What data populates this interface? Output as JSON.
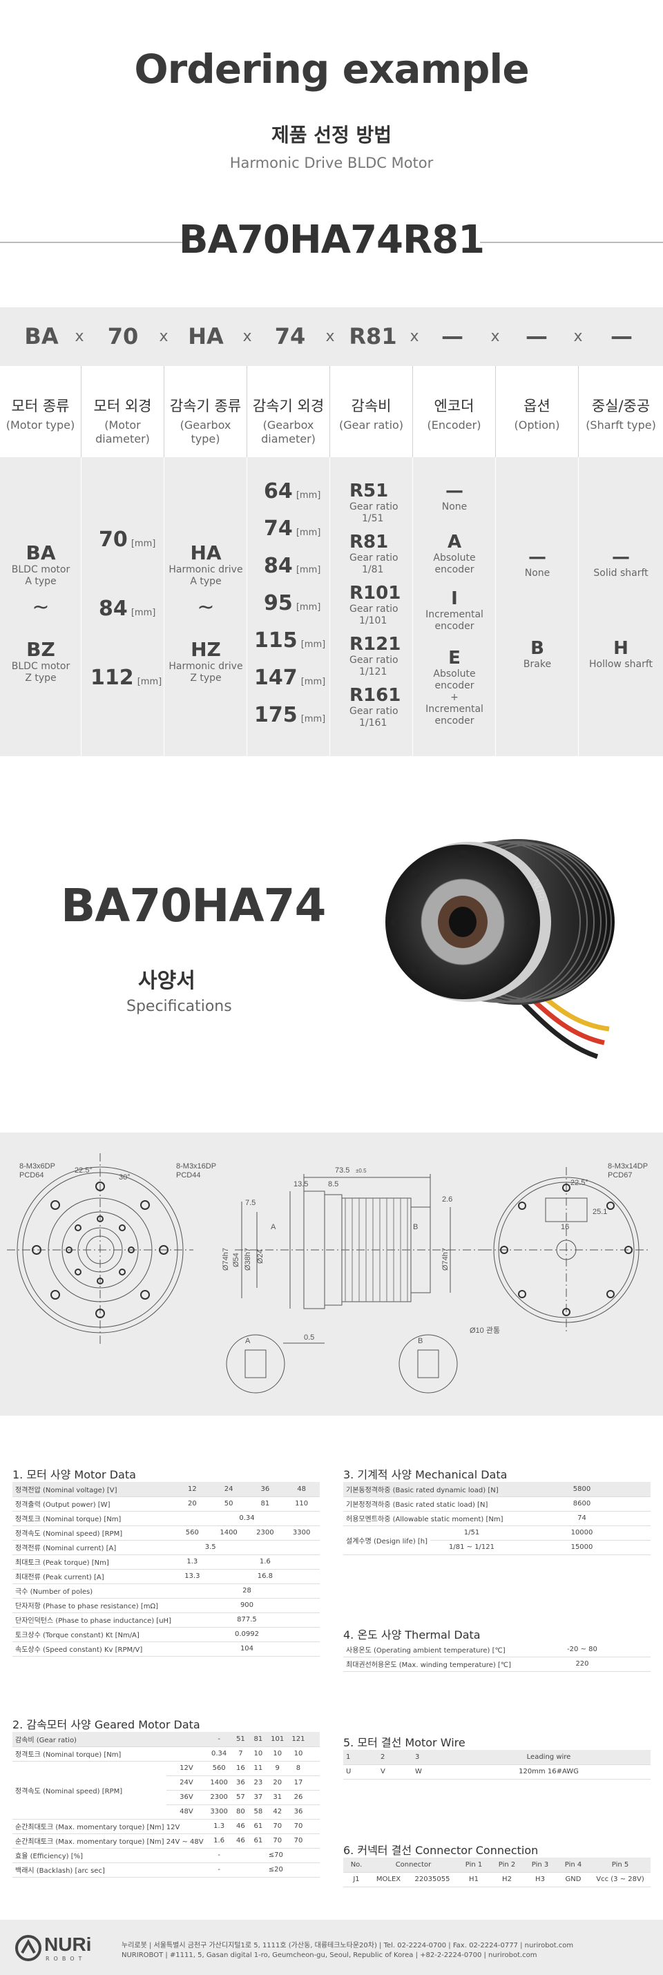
{
  "header": {
    "title": "Ordering example",
    "subtitle_kr": "제품 선정 방법",
    "subtitle_en": "Harmonic Drive BLDC Motor",
    "model_code": "BA70HA74R81"
  },
  "code_segments": [
    "BA",
    "70",
    "HA",
    "74",
    "R81",
    "—",
    "—",
    "—"
  ],
  "code_separator": "x",
  "columns": [
    {
      "kr": "모터 종류",
      "en1": "(Motor type)",
      "en2": ""
    },
    {
      "kr": "모터 외경",
      "en1": "(Motor",
      "en2": "diameter)"
    },
    {
      "kr": "감속기 종류",
      "en1": "(Gearbox type)",
      "en2": ""
    },
    {
      "kr": "감속기 외경",
      "en1": "(Gearbox",
      "en2": "diameter)"
    },
    {
      "kr": "감속비",
      "en1": "(Gear ratio)",
      "en2": ""
    },
    {
      "kr": "엔코더",
      "en1": "(Encoder)",
      "en2": ""
    },
    {
      "kr": "옵션",
      "en1": "(Option)",
      "en2": ""
    },
    {
      "kr": "중실/중공",
      "en1": "(Sharft type)",
      "en2": ""
    }
  ],
  "options": {
    "motor_type": {
      "a_code": "BA",
      "a_d1": "BLDC motor",
      "a_d2": "A type",
      "tilde": "~",
      "z_code": "BZ",
      "z_d1": "BLDC motor",
      "z_d2": "Z type"
    },
    "motor_diameter": [
      {
        "value": "70",
        "unit": "[mm]"
      },
      {
        "value": "84",
        "unit": "[mm]"
      },
      {
        "value": "112",
        "unit": "[mm]"
      }
    ],
    "gearbox_type": {
      "a_code": "HA",
      "a_d1": "Harmonic drive",
      "a_d2": "A type",
      "tilde": "~",
      "z_code": "HZ",
      "z_d1": "Harmonic drive",
      "z_d2": "Z type"
    },
    "gearbox_diameter": [
      {
        "value": "64",
        "unit": "[mm]"
      },
      {
        "value": "74",
        "unit": "[mm]"
      },
      {
        "value": "84",
        "unit": "[mm]"
      },
      {
        "value": "95",
        "unit": "[mm]"
      },
      {
        "value": "115",
        "unit": "[mm]"
      },
      {
        "value": "147",
        "unit": "[mm]"
      },
      {
        "value": "175",
        "unit": "[mm]"
      }
    ],
    "gear_ratio": [
      {
        "code": "R51",
        "l1": "Gear ratio",
        "l2": "1/51"
      },
      {
        "code": "R81",
        "l1": "Gear ratio",
        "l2": "1/81"
      },
      {
        "code": "R101",
        "l1": "Gear ratio",
        "l2": "1/101"
      },
      {
        "code": "R121",
        "l1": "Gear ratio",
        "l2": "1/121"
      },
      {
        "code": "R161",
        "l1": "Gear ratio",
        "l2": "1/161"
      }
    ],
    "encoder": [
      {
        "code": "—",
        "lines": [
          "None"
        ]
      },
      {
        "code": "A",
        "lines": [
          "Absolute",
          "encoder"
        ]
      },
      {
        "code": "I",
        "lines": [
          "Incremental",
          "encoder"
        ]
      },
      {
        "code": "E",
        "lines": [
          "Absolute",
          "encoder",
          "+",
          "Incremental",
          "encoder"
        ]
      }
    ],
    "option": [
      {
        "code": "—",
        "label": "None"
      },
      {
        "code": "B",
        "label": "Brake"
      }
    ],
    "shaft": [
      {
        "code": "—",
        "label": "Solid sharft"
      },
      {
        "code": "H",
        "label": "Hollow sharft"
      }
    ]
  },
  "specs_header": {
    "model": "BA70HA74",
    "kr": "사양서",
    "en": "Specifications"
  },
  "drawing": {
    "left_pcd": "8-M3x6DP",
    "left_pcd2": "PCD64",
    "left_pcd3": "8-M3x16DP",
    "left_pcd4": "PCD44",
    "ang1": "22.5°",
    "ang2": "30°",
    "dim_total": "73.5",
    "dim_total_tol": "±0.5",
    "dim_a": "13.5",
    "dim_b": "8.5",
    "dim_c": "7.5",
    "dim_d": "2.6",
    "dim_e": "0.5",
    "phi1": "Ø74h7",
    "phi2": "Ø54",
    "phi3": "Ø38h7",
    "phi4": "Ø24",
    "phi5": "Ø74h7",
    "phi6": "Ø10 관통",
    "right_pcd": "8-M3x14DP",
    "right_pcd2": "PCD67",
    "ang3": "22.5°",
    "dim_r1": "16",
    "dim_r2": "25.1",
    "label_a": "A",
    "label_b": "B"
  },
  "motor_data": {
    "title": "1. 모터 사양 Motor Data",
    "rows": [
      {
        "label": "정격전압 (Nominal voltage) [V]",
        "vals": [
          "12",
          "24",
          "36",
          "48"
        ]
      },
      {
        "label": "정격출력 (Output power) [W]",
        "vals": [
          "20",
          "50",
          "81",
          "110"
        ]
      },
      {
        "label": "정격토크 (Nominal torque) [Nm]",
        "span": "0.34"
      },
      {
        "label": "정격속도 (Nominal speed) [RPM]",
        "vals": [
          "560",
          "1400",
          "2300",
          "3300"
        ]
      },
      {
        "label": "정격전류 (Nominal current) [A]",
        "half": [
          "3.5",
          ""
        ]
      },
      {
        "label": "최대토크 (Peak torque) [Nm]",
        "vals2": [
          "1.3",
          "1.6"
        ]
      },
      {
        "label": "최대전류 (Peak current) [A]",
        "vals2": [
          "13.3",
          "16.8"
        ]
      },
      {
        "label": "극수 (Number of poles)",
        "span": "28"
      },
      {
        "label": "단자저항 (Phase to phase resistance) [mΩ]",
        "span": "900"
      },
      {
        "label": "단자인덕턴스 (Phase to phase inductance) [uH]",
        "span": "877.5"
      },
      {
        "label": "토크상수 (Torque constant) Kt [Nm/A]",
        "span": "0.0992"
      },
      {
        "label": "속도상수 (Speed constant) Kv [RPM/V]",
        "span": "104"
      }
    ]
  },
  "mech_data": {
    "title": "3. 기계적 사양 Mechanical Data",
    "rows": [
      {
        "label": "기본동정격하중 (Basic rated dynamic load) [N]",
        "val": "5800"
      },
      {
        "label": "기본정정격하중 (Basic rated static load) [N]",
        "val": "8600"
      },
      {
        "label": "허용모멘트하중 (Allowable static moment) [Nm]",
        "val": "74"
      }
    ],
    "life_label": "설계수명 (Design life) [h]",
    "life": [
      {
        "ratio": "1/51",
        "val": "10000"
      },
      {
        "ratio": "1/81 ~ 1/121",
        "val": "15000"
      }
    ]
  },
  "thermal_data": {
    "title": "4. 온도 사양 Thermal Data",
    "rows": [
      {
        "label": "사용온도 (Operating ambient temperature) [℃]",
        "val": "-20 ~ 80"
      },
      {
        "label": "최대권선허용온도 (Max. winding temperature) [℃]",
        "val": "220"
      }
    ]
  },
  "geared_data": {
    "title": "2. 감속모터 사양 Geared Motor Data",
    "ratio_label": "감속비 (Gear ratio)",
    "ratios": [
      "51",
      "81",
      "101",
      "121"
    ],
    "torque_label": "정격토크 (Nominal torque) [Nm]",
    "torque": [
      "0.34",
      "7",
      "10",
      "10",
      "10"
    ],
    "speed_label": "정격속도 (Nominal speed) [RPM]",
    "speed_rows": [
      {
        "v": "12V",
        "base": "560",
        "vals": [
          "16",
          "11",
          "9",
          "8"
        ]
      },
      {
        "v": "24V",
        "base": "1400",
        "vals": [
          "36",
          "23",
          "20",
          "17"
        ]
      },
      {
        "v": "36V",
        "base": "2300",
        "vals": [
          "57",
          "37",
          "31",
          "26"
        ]
      },
      {
        "v": "48V",
        "base": "3300",
        "vals": [
          "80",
          "58",
          "42",
          "36"
        ]
      }
    ],
    "peak_rows": [
      {
        "label": "순간최대토크 (Max. momentary torque) [Nm] 12V",
        "base": "1.3",
        "vals": [
          "46",
          "61",
          "70",
          "70"
        ]
      },
      {
        "label": "순간최대토크 (Max. momentary torque) [Nm] 24V ~ 48V",
        "base": "1.6",
        "vals": [
          "46",
          "61",
          "70",
          "70"
        ]
      }
    ],
    "eff_label": "효율 (Efficiency) [%]",
    "eff": "≤70",
    "back_label": "백래시 (Backlash) [arc sec]",
    "back": "≤20",
    "dash": "-"
  },
  "wire_data": {
    "title": "5. 모터 결선 Motor Wire",
    "head": [
      "1",
      "2",
      "3",
      "Leading wire"
    ],
    "row": [
      "U",
      "V",
      "W",
      "120mm 16#AWG"
    ]
  },
  "connector_data": {
    "title": "6. 커넥터 결선 Connector Connection",
    "head": [
      "No.",
      "Connector",
      "Pin 1",
      "Pin 2",
      "Pin 3",
      "Pin 4",
      "Pin 5"
    ],
    "row": [
      "J1",
      "MOLEX",
      "22035055",
      "H1",
      "H2",
      "H3",
      "GND",
      "Vcc (3 ~ 28V)"
    ]
  },
  "footer": {
    "logo": "NURi",
    "logo_sub": "ROBOT",
    "line1": "누리로봇 | 서울특별시 금천구 가산디지털1로 5, 1111호 (가산동, 대륭테크노타운20차) | Tel. 02-2224-0700 | Fax. 02-2224-0777 | nurirobot.com",
    "line2": "NURIROBOT | #1111, 5, Gasan digital 1-ro, Geumcheon-gu, Seoul, Republic of Korea | +82-2-2224-0700 | nurirobot.com"
  },
  "colors": {
    "accent": "#3a3a3a",
    "band": "#ececec",
    "wire_red": "#d83a2a",
    "wire_yellow": "#e8b429",
    "wire_black": "#222222"
  }
}
